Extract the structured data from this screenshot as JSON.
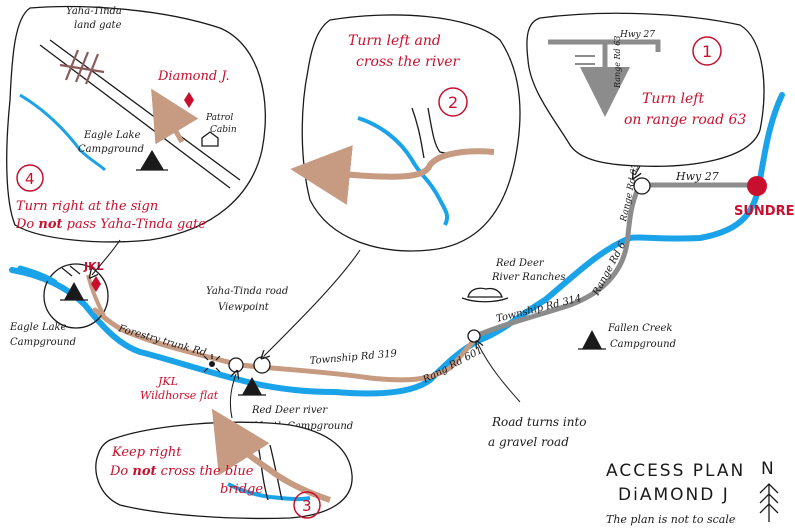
{
  "title": {
    "line1": "ACCESS PLAN",
    "line2": "DiAMOND J",
    "note": "The plan is not to scale",
    "north": "N"
  },
  "colors": {
    "river": "#1aa3e8",
    "paved": "#8c8c8c",
    "gravel": "#c79a82",
    "accent": "#c8102e",
    "ink": "#1a1a1a"
  },
  "main_map": {
    "labels": {
      "sundre": "SUNDRE",
      "hwy27": "Hwy 27",
      "range_rd63": "Range Rd 63",
      "range_rd_vertical": "Range Rd 6",
      "township_314_east": "Township Rd 314",
      "red_deer_ranches_1": "Red Deer",
      "red_deer_ranches_2": "River Ranches",
      "fallen_timber_1": "Fallen Creek",
      "fallen_timber_2": "Campground",
      "road_turns_1": "Road turns into",
      "road_turns_2": "a gravel road",
      "rang_rd_601": "Rang Rd 601",
      "township_319": "Township Rd 319",
      "red_deer_north_1": "Red Deer river",
      "red_deer_north_2": "North Campground",
      "viewpoint_1": "Yaha-Tinda road",
      "viewpoint_2": "Viewpoint",
      "forestry_trunk": "Forestry trunk Rd",
      "jkl_wildhorse_1": "JKL",
      "jkl_wildhorse_2": "Wildhorse flat",
      "jkl_flag": "JKL",
      "eagle_lake_1": "Eagle Lake",
      "eagle_lake_2": "Campground"
    }
  },
  "callouts": {
    "c1": {
      "number": "1",
      "line1": "Turn left",
      "line2": "on range road 63",
      "hwy": "Hwy 27",
      "range": "Range Rd 63"
    },
    "c2": {
      "number": "2",
      "line1": "Turn left and",
      "line2": "cross the river"
    },
    "c3": {
      "number": "3",
      "line1": "Keep right",
      "line2_a": "Do ",
      "line2_b": "not",
      "line2_c": " cross the blue",
      "line3": "bridge"
    },
    "c4": {
      "number": "4",
      "line1": "Turn right at the sign",
      "line2_a": "Do ",
      "line2_b": "not",
      "line2_c": " pass Yaha-Tinda gate",
      "gate_1": "Yaha-Tinda",
      "gate_2": "land gate",
      "diamond": "Diamond J.",
      "patrol_1": "Patrol",
      "patrol_2": "Cabin",
      "eagle_1": "Eagle Lake",
      "eagle_2": "Campground"
    }
  }
}
